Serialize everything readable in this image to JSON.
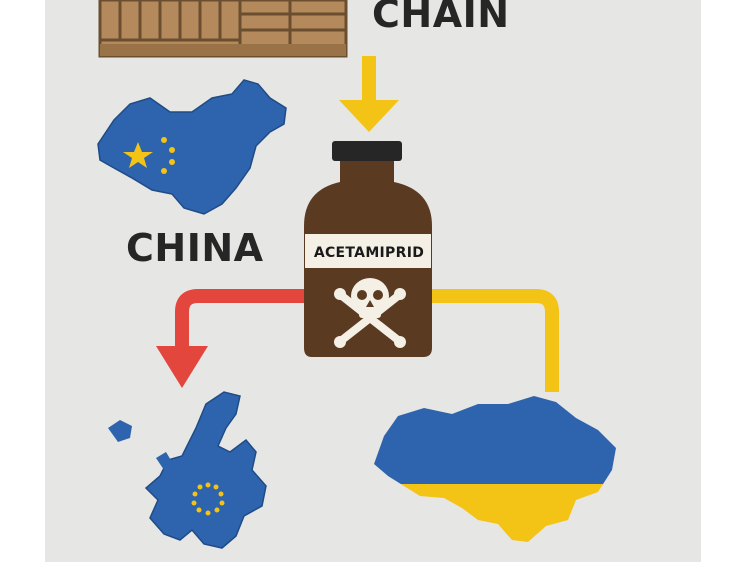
{
  "diagram": {
    "title": "CHAIN",
    "source_label": "CHINA",
    "product_label": "ACETAMIPRID"
  },
  "icons": {
    "container": "shipping-container-icon",
    "china_map": "china-map-flag-icon",
    "bottle": "poison-bottle-icon",
    "skull": "skull-crossbones-icon",
    "eu_map": "europe-map-flag-icon",
    "ukraine_map": "ukraine-map-flag-icon"
  },
  "colors": {
    "background": "#e6e6e4",
    "arrow_yellow": "#f3c316",
    "arrow_red": "#e2463c",
    "bottle_brown": "#5b3a22",
    "flag_blue": "#2e64ae",
    "flag_yellow": "#f3c316"
  }
}
